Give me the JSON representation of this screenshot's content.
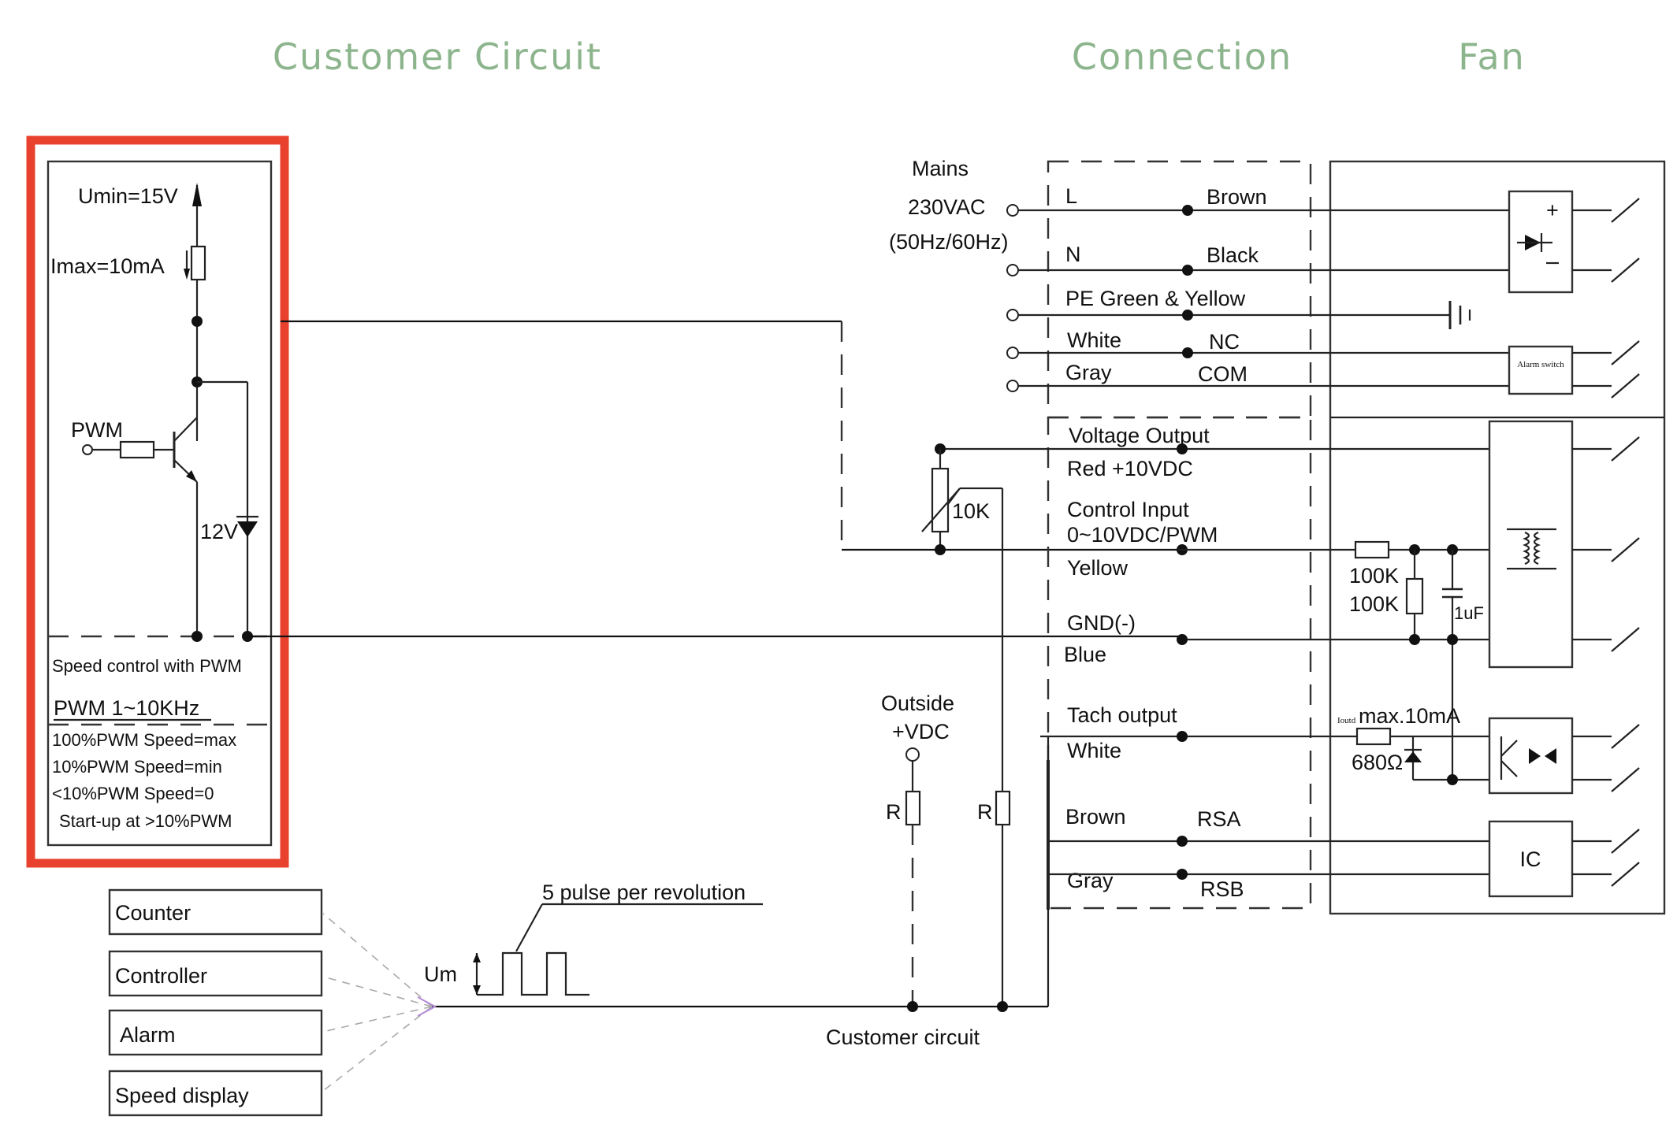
{
  "headers": {
    "customer_circuit": "Customer Circuit",
    "connection": "Connection",
    "fan": "Fan"
  },
  "accent_color": "#e8412e",
  "header_color": "#8db58d",
  "customer_panel": {
    "umin": "Umin=15V",
    "imax": "Imax=10mA",
    "pwm": "PWM",
    "zener": "12V",
    "title": "Speed control with PWM",
    "freq": "PWM 1~10KHz",
    "notes": [
      "100%PWM Speed=max",
      "10%PWM Speed=min",
      "<10%PWM Speed=0",
      "Start-up at >10%PWM"
    ]
  },
  "mains": {
    "title": "Mains",
    "voltage": "230VAC",
    "freq": "(50Hz/60Hz)"
  },
  "connection": {
    "l": "L",
    "n": "N",
    "pe": "PE Green & Yellow",
    "white1": "White",
    "gray1": "Gray",
    "brown_top": "Brown",
    "black": "Black",
    "nc": "NC",
    "com": "COM",
    "voltage_output": "Voltage Output",
    "red": "Red +10VDC",
    "control_input": "Control Input",
    "control_range": "0~10VDC/PWM",
    "yellow": "Yellow",
    "gnd": "GND(-)",
    "blue": "Blue",
    "tach": "Tach output",
    "white2": "White",
    "brown2": "Brown",
    "gray2": "Gray",
    "rsa": "RSA",
    "rsb": "RSB"
  },
  "fan": {
    "alarm_switch": "Alarm switch",
    "r1": "100K",
    "r2": "100K",
    "cap": "1uF",
    "tach_small": "Ioutd",
    "tach_max": "max.10mA",
    "tach_res": "680Ω",
    "ic": "IC"
  },
  "potentiometer": "10K",
  "outside": {
    "title": "Outside",
    "vdc": "+VDC",
    "r": "R",
    "r2": "R"
  },
  "customer_circuit_label": "Customer circuit",
  "pulse": {
    "label": "5 pulse per revolution",
    "um": "Um"
  },
  "devices": [
    "Counter",
    "Controller",
    "Alarm",
    "Speed display"
  ]
}
